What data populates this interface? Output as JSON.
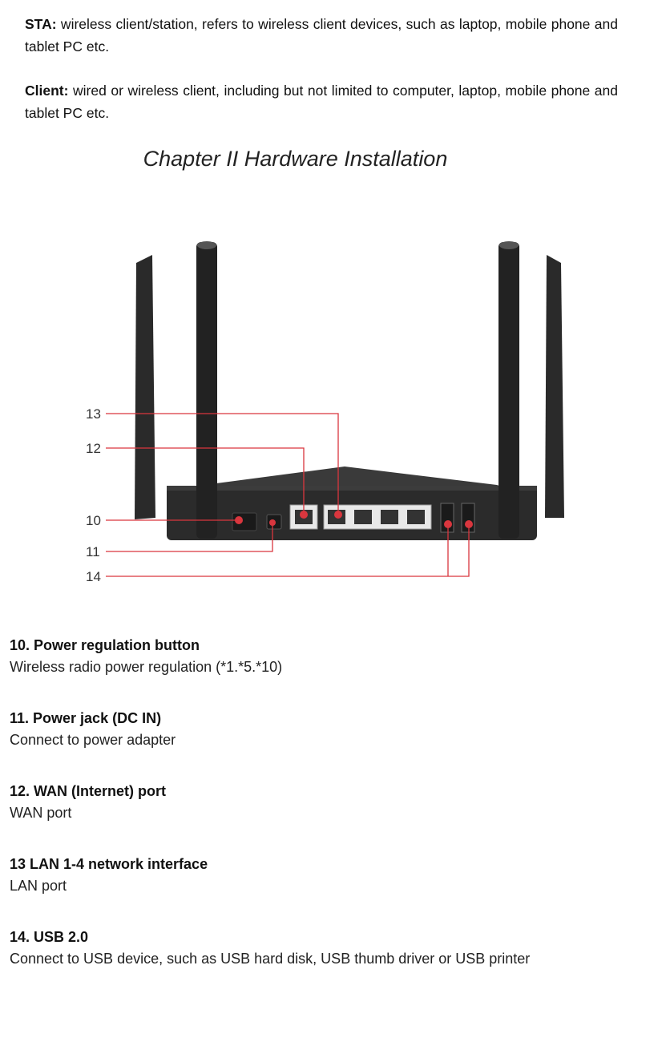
{
  "definitions": [
    {
      "term": "STA:",
      "text": " wireless client/station, refers to wireless client devices, such as laptop, mobile phone and tablet PC etc."
    },
    {
      "term": "Client:",
      "text": " wired or wireless client, including but not limited to computer, laptop, mobile phone and tablet PC etc."
    }
  ],
  "chapter_title": "Chapter II Hardware Installation",
  "figure": {
    "callouts": [
      "13",
      "12",
      "10",
      "11",
      "14"
    ],
    "callout_color": "#d9363e",
    "device_color": "#2b2b2b"
  },
  "items": [
    {
      "title": "10. Power regulation button",
      "desc": "Wireless radio power regulation (*1.*5.*10)"
    },
    {
      "title": "11. Power jack (DC IN)",
      "desc": "Connect to power adapter"
    },
    {
      "title": "12. WAN (Internet) port",
      "desc": "WAN port"
    },
    {
      "title": "13 LAN 1-4 network interface",
      "desc": "LAN port"
    },
    {
      "title": "14. USB 2.0",
      "desc": "Connect to USB device, such as USB hard disk, USB thumb driver or USB printer"
    }
  ]
}
